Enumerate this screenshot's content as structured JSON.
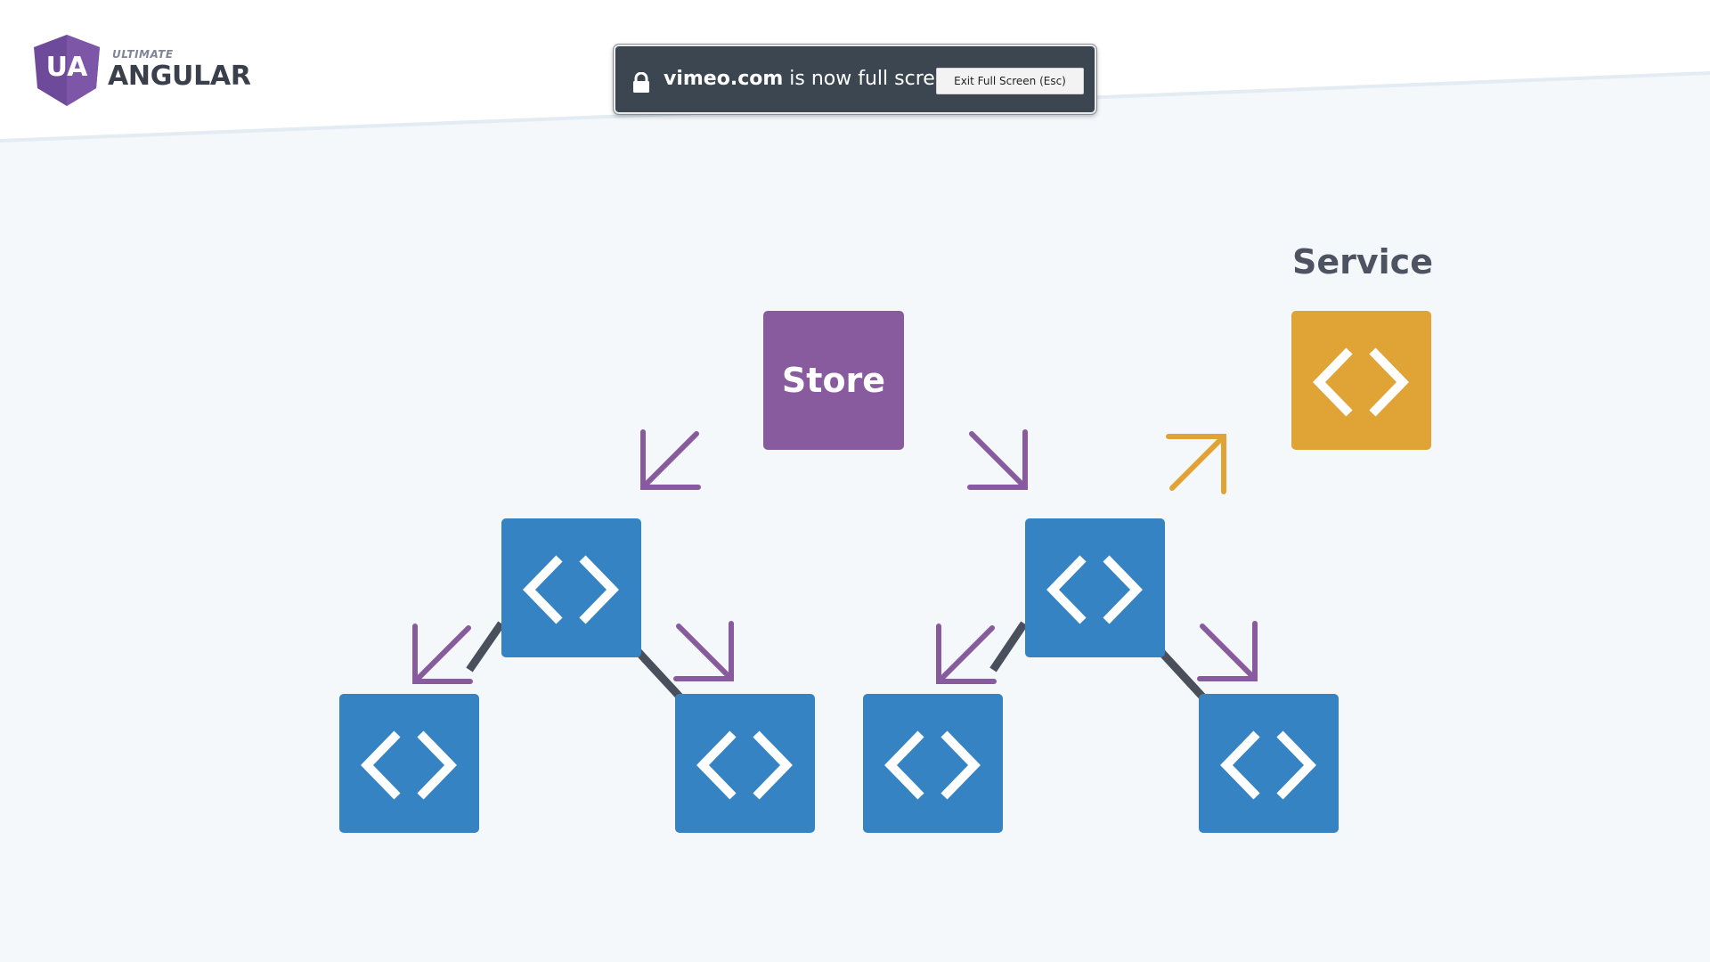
{
  "logo": {
    "small_text": "ULTIMATE",
    "big_text": "ANGULAR",
    "badge_glyph": "UA",
    "badge_color": "#6e4a9a"
  },
  "fullscreen_notice": {
    "domain": "vimeo.com",
    "message": " is now full screen",
    "exit_button_label": "Exit Full Screen (Esc)",
    "icon": "lock-icon"
  },
  "diagram": {
    "store_label": "Store",
    "service_label": "Service",
    "component_icon": "code-brackets-icon",
    "colors": {
      "store": "#875b9e",
      "service": "#e0a335",
      "component": "#3583c3",
      "store_arrow": "#875b9e",
      "service_arrow": "#e0a335",
      "connector": "#4a4f5c"
    }
  }
}
